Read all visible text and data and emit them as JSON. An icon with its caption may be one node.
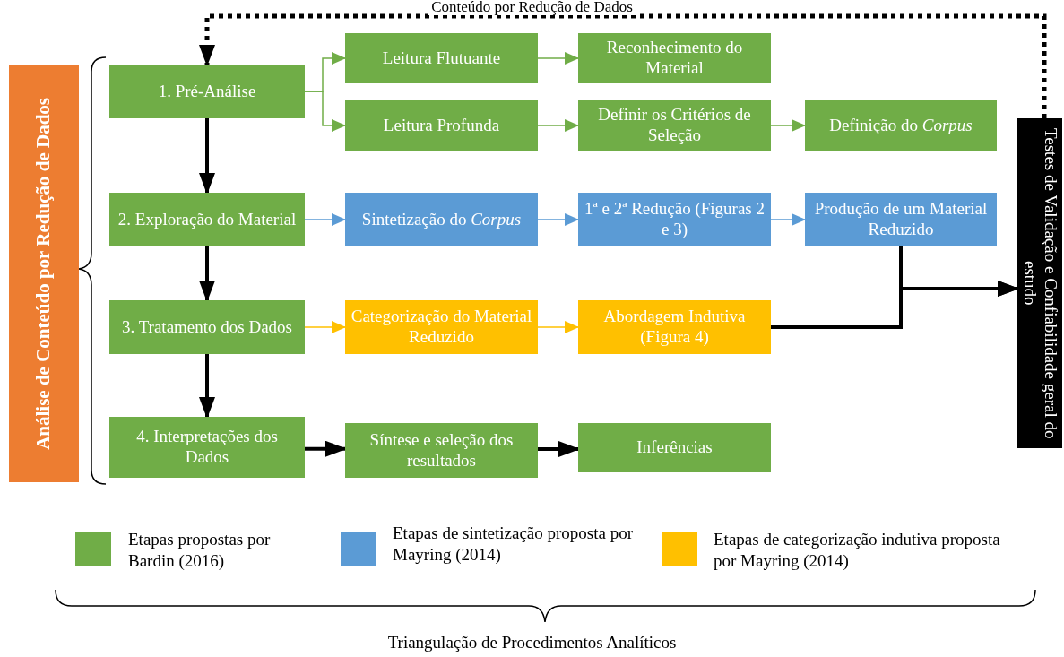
{
  "diagram": {
    "nodes": [
      {
        "text": [
          "Análise de Conteúdo por Redução de Dados"
        ]
      },
      {
        "text": [
          "1. Pré-Análise"
        ]
      },
      {
        "text": [
          "Leitura Flutuante"
        ]
      },
      {
        "text": [
          "Reconhecimento do Material"
        ]
      },
      {
        "text": [
          "Leitura Profunda"
        ]
      },
      {
        "text": [
          "Definir os Critérios de Seleção"
        ]
      },
      {
        "text": [
          "Definição do *Corpus*"
        ]
      },
      {
        "text": [
          "2. Exploração do Material"
        ]
      },
      {
        "text": [
          "Sintetização do *Corpus*"
        ]
      },
      {
        "text": [
          "1ª e 2ª Redução (Figuras 2 e 3)"
        ]
      },
      {
        "text": [
          "Produção de um Material Reduzido"
        ]
      },
      {
        "text": [
          "3. Tratamento dos Dados"
        ]
      },
      {
        "text": [
          "Categorização do Material Reduzido"
        ]
      },
      {
        "text": [
          "Abordagem Indutiva (Figura 4)"
        ]
      },
      {
        "text": [
          "4. Interpretações dos Dados"
        ]
      },
      {
        "text": [
          "Síntese e seleção dos resultados"
        ]
      },
      {
        "text": [
          "Inferências"
        ]
      },
      {
        "text": [
          "Testes de Validação e Confiabilidade geral do estudo"
        ]
      }
    ],
    "edges": [
      {
        "from": 1,
        "to": 2,
        "arrow": "to",
        "color": "#70ad47"
      },
      {
        "from": 1,
        "to": 4,
        "arrow": "to",
        "color": "#70ad47"
      },
      {
        "from": 2,
        "to": 3,
        "arrow": "to",
        "color": "#70ad47"
      },
      {
        "from": 4,
        "to": 5,
        "arrow": "to",
        "color": "#70ad47"
      },
      {
        "from": 5,
        "to": 6,
        "arrow": "to",
        "color": "#70ad47"
      },
      {
        "from": 1,
        "to": 7,
        "arrow": "to",
        "style": "thick"
      },
      {
        "from": 7,
        "to": 11,
        "arrow": "to",
        "style": "thick"
      },
      {
        "from": 11,
        "to": 14,
        "arrow": "to",
        "style": "thick"
      },
      {
        "from": 7,
        "to": 8,
        "arrow": "to",
        "color": "#5b9bd5"
      },
      {
        "from": 8,
        "to": 9,
        "arrow": "to",
        "color": "#5b9bd5"
      },
      {
        "from": 9,
        "to": 10,
        "arrow": "to",
        "color": "#5b9bd5"
      },
      {
        "from": 11,
        "to": 12,
        "arrow": "to",
        "color": "#ffc000"
      },
      {
        "from": 12,
        "to": 13,
        "arrow": "to",
        "color": "#ffc000"
      },
      {
        "from": 14,
        "to": 15,
        "arrow": "to",
        "style": "thick"
      },
      {
        "from": 15,
        "to": 16,
        "arrow": "to",
        "style": "thick"
      },
      {
        "from": 10,
        "to": 17,
        "arrow": "to",
        "style": "thick"
      },
      {
        "from": 13,
        "to": 17,
        "arrow": "to",
        "style": "thick"
      },
      {
        "from": 17,
        "to": 1,
        "arrow": "to",
        "style": "dashed",
        "label": "Conteúdo por Redução de Dados"
      }
    ],
    "labels": [
      "Triangulação de Procedimentos Analíticos"
    ],
    "legend": [
      {
        "text": "Etapas propostas por Bardin (2016)",
        "color": "#70ad47"
      },
      {
        "text": "Etapas de sintetização proposta por Mayring (2014)",
        "color": "#5b9bd5"
      },
      {
        "text": "Etapas de categorização indutiva proposta por  Mayring (2014)",
        "color": "#ffc000"
      }
    ]
  }
}
